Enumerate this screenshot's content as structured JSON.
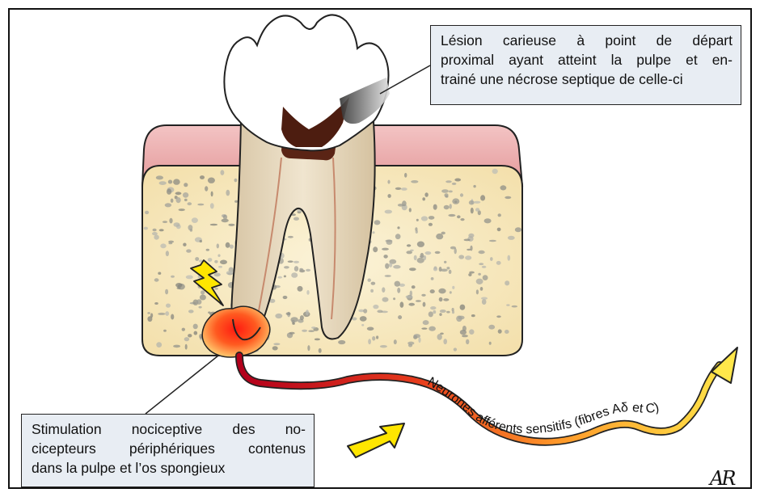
{
  "labels": {
    "top_callout": [
      "Lésion carieuse à point de départ",
      "proximal ayant atteint la pulpe et en-",
      "trainé une nécrose septique de celle-ci"
    ],
    "bottom_callout": [
      "Stimulation nociceptive des no-",
      "cicepteurs périphériques contenus",
      "dans la pulpe et l’os spongieux"
    ],
    "nerve_label": "Neurones afférents sensitifs (fibres Aδ et C)",
    "signature": "AR"
  },
  "colors": {
    "gum": "#e9a9a8",
    "bone": "#f7eac3",
    "bone_pores": "#9e9e9e",
    "dentin": "#e7d9c0",
    "enamel": "#ffffff",
    "necrotic_pulp": "#5a2415",
    "inflammation": "#ff3b1a",
    "nerve_start": "#b3001b",
    "nerve_end": "#ffe74a",
    "arrow_yellow": "#ffe600",
    "callout_bg": "#e8edf3"
  },
  "icons": [
    "lightning-icon",
    "arrow-icon"
  ]
}
